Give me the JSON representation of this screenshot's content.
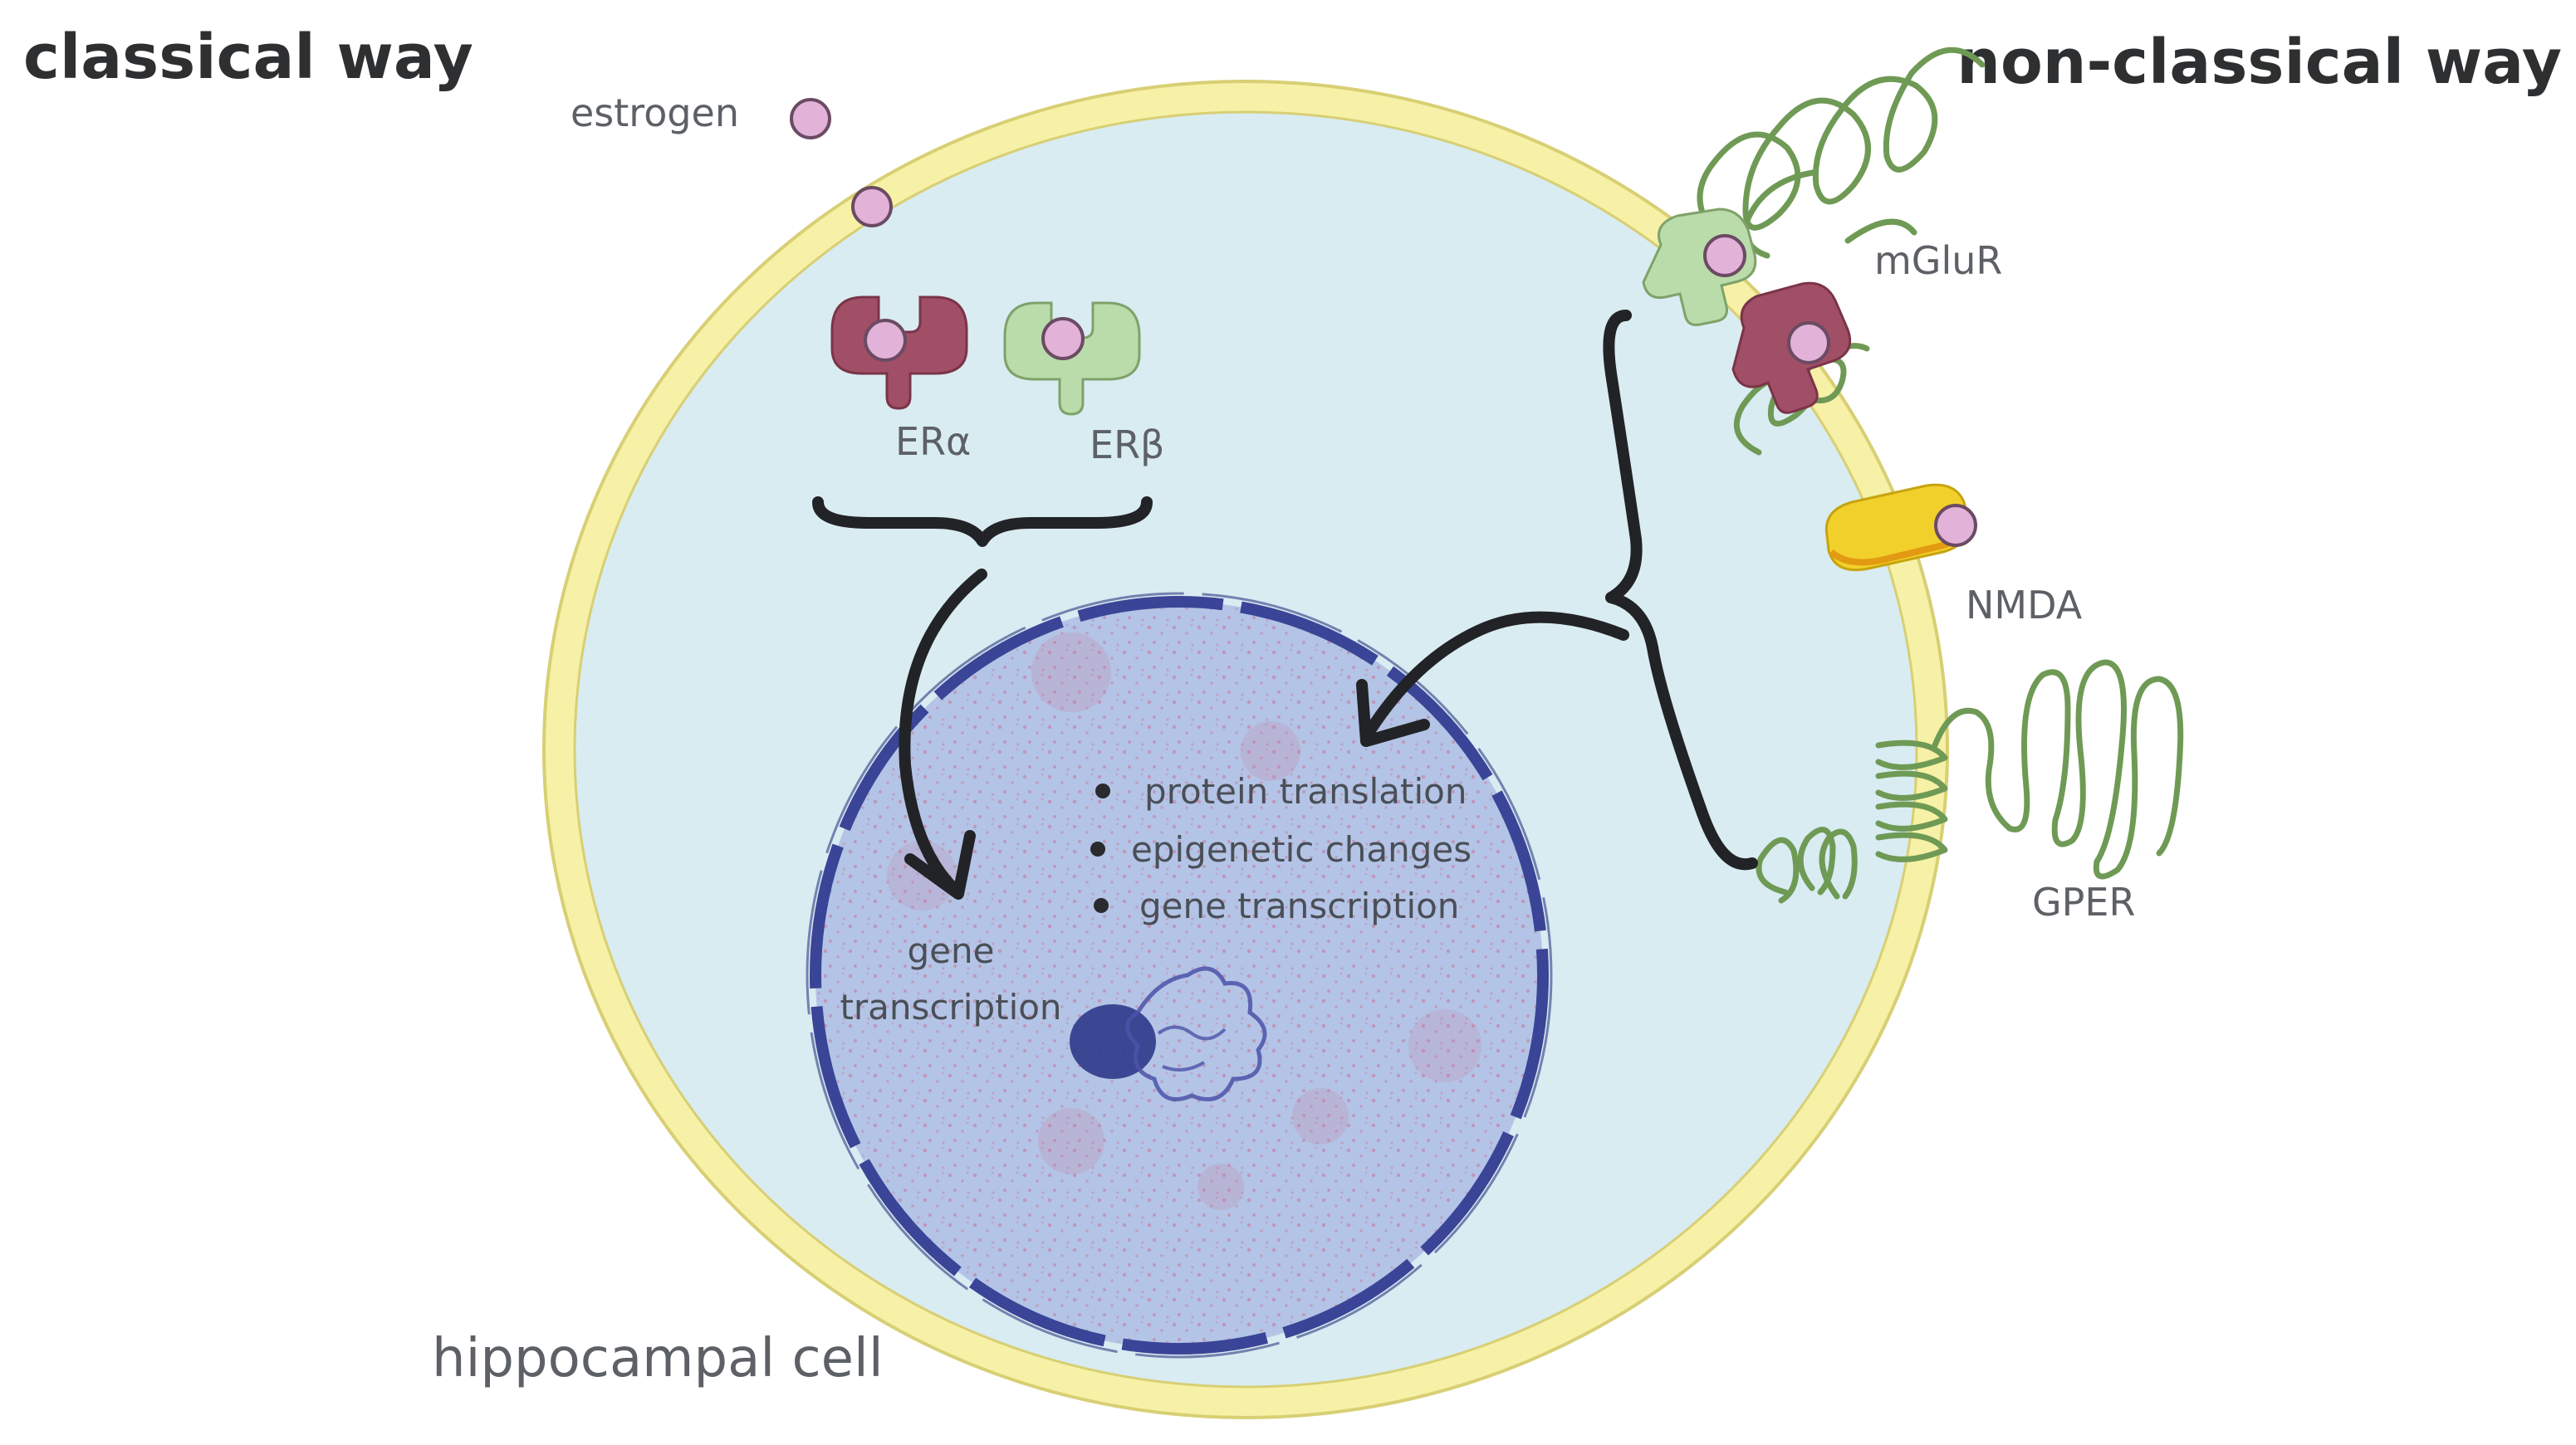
{
  "headings": {
    "classical": "classical way",
    "non_classical": "non-classical way"
  },
  "labels": {
    "estrogen": "estrogen",
    "er_alpha": "ERα",
    "er_beta": "ERβ",
    "mglur": "mGluR",
    "nmda": "NMDA",
    "gper": "GPER",
    "cell": "hippocampal cell"
  },
  "nucleus": {
    "classical_effect": [
      "gene",
      "transcription"
    ],
    "non_classical_effects": [
      "protein translation",
      "epigenetic changes",
      "gene transcription"
    ]
  },
  "colors": {
    "cytoplasm": "#d9ecf2",
    "membrane": "#f6f1a6",
    "membrane_edge": "#d8cf74",
    "nucleus": "#b3c4e6",
    "nuclear_envelope": "#3a4597",
    "estrogen": "#e2b2d8",
    "er_alpha": "#a14f66",
    "er_beta": "#b9dcaa",
    "nmda": "#f2d02c",
    "receptor_coil": "#6f9a55",
    "ink": "#222326"
  }
}
